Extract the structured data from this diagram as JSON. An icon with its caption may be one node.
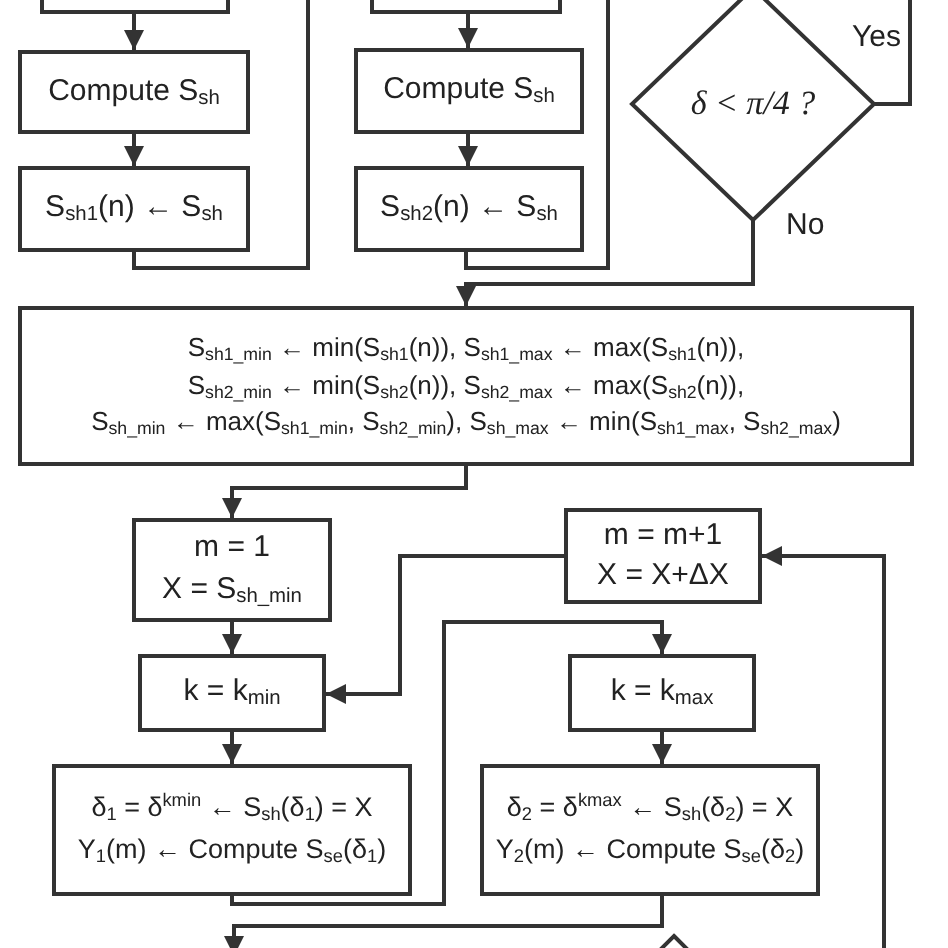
{
  "diagram": {
    "nodes": [
      {
        "text": [],
        "shape": "box"
      },
      {
        "text": [
          "Compute S$_{sh}$"
        ]
      },
      {
        "text": [
          "S$_{sh1}$(n) ← S$_{sh}$"
        ]
      },
      {
        "text": [],
        "shape": "box"
      },
      {
        "text": [
          "Compute S$_{sh}$"
        ]
      },
      {
        "text": [
          "S$_{sh2}$(n) ← S$_{sh}$"
        ]
      },
      {
        "text": [
          "δ < π/4 ?"
        ]
      },
      {
        "text": [
          "S$_{sh1_min}$ ← min(S$_{sh1}$(n)), S$_{sh1_max}$ ← max(S$_{sh1}$(n)),",
          "S$_{sh2_min}$ ← min(S$_{sh2}$(n)), S$_{sh2_max}$ ← max(S$_{sh2}$(n)),",
          "S$_{sh_min}$ ← max(S$_{sh1_min}$, S$_{sh2_min}$), S$_{sh_max}$ ← min(S$_{sh1_max}$, S$_{sh2_max}$)"
        ]
      },
      {
        "text": [
          "m = 1",
          "X = S$_{sh_min}$"
        ]
      },
      {
        "text": [
          "m = m+1",
          "X = X+ΔX"
        ]
      },
      {
        "text": [
          "k = k$_{min}$"
        ]
      },
      {
        "text": [
          "k = k$_{max}$"
        ]
      },
      {
        "text": [
          "δ$_{1}$ = δ$^{kmin}$ ← S$_{sh}$(δ$_{1}$) = X",
          "Y$_{1}$(m) ← Compute S$_{se}$(δ$_{1}$)"
        ]
      },
      {
        "text": [
          "δ$_{2}$ = δ$^{kmax}$ ← S$_{sh}$(δ$_{2}$) = X",
          "Y$_{2}$(m) ← Compute S$_{se}$(δ$_{2}$)"
        ]
      },
      {
        "text": [],
        "shape": "diamond"
      }
    ],
    "edges": [
      {
        "from": 0,
        "to": 1,
        "arrow": "to"
      },
      {
        "from": 1,
        "to": 2,
        "arrow": "to"
      },
      {
        "from": 2,
        "to": null,
        "arrow": "none"
      },
      {
        "from": 3,
        "to": 4,
        "arrow": "to"
      },
      {
        "from": 4,
        "to": 5,
        "arrow": "to"
      },
      {
        "from": 5,
        "to": null,
        "arrow": "none"
      },
      {
        "from": 6,
        "to": null,
        "arrow": "none",
        "label": "Yes"
      },
      {
        "from": 6,
        "to": 7,
        "arrow": "to",
        "label": "No"
      },
      {
        "from": 7,
        "to": 8,
        "arrow": "to"
      },
      {
        "from": 8,
        "to": 10,
        "arrow": "to"
      },
      {
        "from": 10,
        "to": 12,
        "arrow": "to"
      },
      {
        "from": 9,
        "to": 10,
        "arrow": "to"
      },
      {
        "from": 11,
        "to": 13,
        "arrow": "to"
      },
      {
        "from": 12,
        "to": 11,
        "arrow": "to"
      },
      {
        "from": 13,
        "to": null,
        "arrow": "to"
      },
      {
        "from": null,
        "to": 9,
        "arrow": "to"
      }
    ]
  }
}
